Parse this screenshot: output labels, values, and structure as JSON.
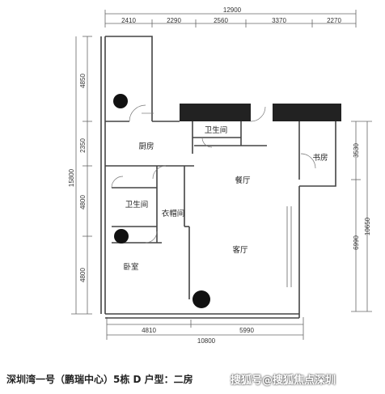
{
  "dimensions": {
    "top_total": "12900",
    "top_segments": [
      "2410",
      "2290",
      "2560",
      "3370",
      "2270"
    ],
    "left_total": "15800",
    "left_segments": [
      "4850",
      "2350",
      "4800",
      "4800"
    ],
    "right_segments": [
      "3530",
      "6990"
    ],
    "right_total": "10650",
    "bottom_segments": [
      "4810",
      "5990"
    ],
    "bottom_total": "10800"
  },
  "rooms": {
    "bathroom_top": "卫生间",
    "kitchen": "厨房",
    "dining": "餐厅",
    "study": "书房",
    "bathroom_left": "卫生间",
    "closet": "衣帽间",
    "living": "客厅",
    "bedroom": "卧室"
  },
  "caption": "深圳湾一号（鹏瑞中心）5栋  D  户型：二房",
  "watermark": "搜狐号@搜狐焦点深圳"
}
